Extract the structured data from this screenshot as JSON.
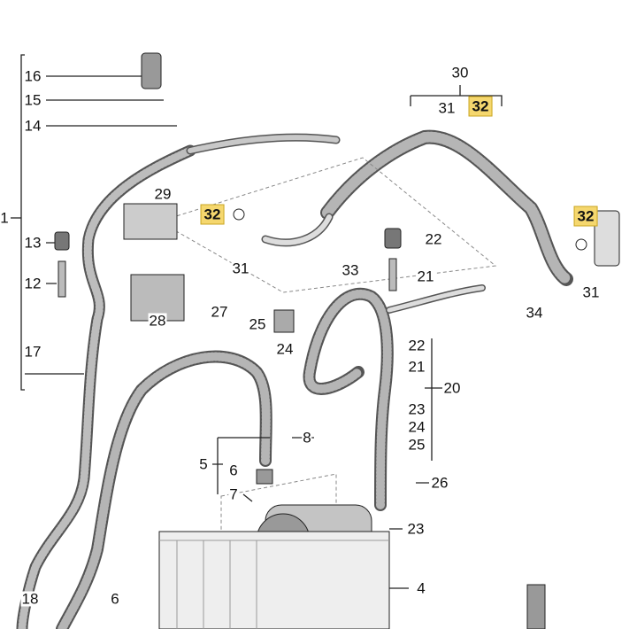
{
  "colors": {
    "highlight": "#f5d76e",
    "hose": "#8a8a8a",
    "line": "#222222"
  },
  "labels": [
    "16",
    "15",
    "14",
    "1",
    "13",
    "12",
    "17",
    "29",
    "32",
    "31",
    "28",
    "27",
    "25",
    "24",
    "30",
    "31",
    "32",
    "22",
    "21",
    "33",
    "32",
    "31",
    "34",
    "22",
    "21",
    "20",
    "23",
    "24",
    "25",
    "8",
    "5",
    "6",
    "7",
    "26",
    "23",
    "4",
    "18",
    "6"
  ],
  "highlighted": [
    "32"
  ]
}
